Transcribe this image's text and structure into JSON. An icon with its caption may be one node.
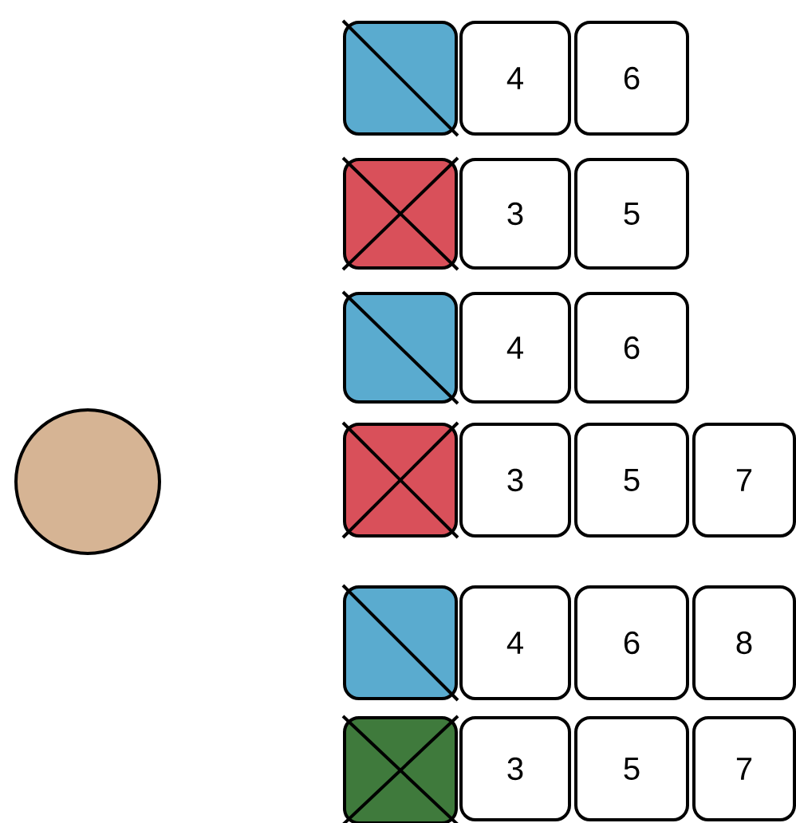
{
  "diagram": {
    "nodes": [
      {
        "text": [],
        "shape": "circle"
      },
      {
        "text": [],
        "shape": "box"
      },
      {
        "text": [
          "4"
        ]
      },
      {
        "text": [
          "6"
        ]
      },
      {
        "text": [],
        "shape": "box"
      },
      {
        "text": [
          "3"
        ]
      },
      {
        "text": [
          "5"
        ]
      },
      {
        "text": [],
        "shape": "box"
      },
      {
        "text": [
          "4"
        ]
      },
      {
        "text": [
          "6"
        ]
      },
      {
        "text": [],
        "shape": "box"
      },
      {
        "text": [
          "3"
        ]
      },
      {
        "text": [
          "5"
        ]
      },
      {
        "text": [
          "7"
        ]
      },
      {
        "text": [],
        "shape": "box"
      },
      {
        "text": [
          "4"
        ]
      },
      {
        "text": [
          "6"
        ]
      },
      {
        "text": [
          "8"
        ]
      },
      {
        "text": [],
        "shape": "box"
      },
      {
        "text": [
          "3"
        ]
      },
      {
        "text": [
          "5"
        ]
      },
      {
        "text": [
          "7"
        ]
      }
    ]
  }
}
